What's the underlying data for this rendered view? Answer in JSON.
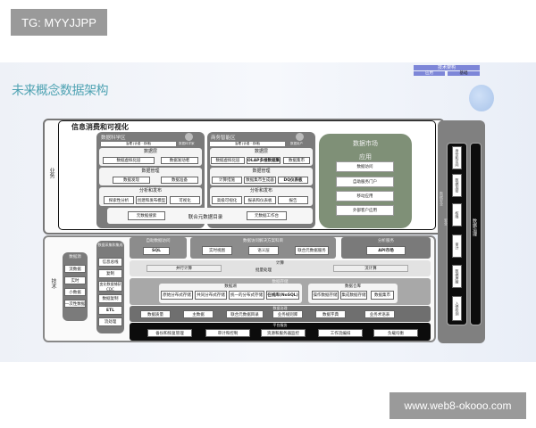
{
  "watermarks": {
    "top_left": "TG: MYYJJPP",
    "bottom_right": "www.web8-okooo.com"
  },
  "slide": {
    "title": "未来概念数据架构",
    "legend": {
      "title": "技术架构",
      "items": [
        "应用",
        "基础"
      ]
    },
    "business": {
      "label": "业务",
      "heading": "信息消费和可视化",
      "data_science": {
        "title": "数据科学区",
        "bar": "治理 (计费 · 存储)",
        "user": "数据科学家",
        "data_layer": {
          "title": "数据层",
          "items": [
            "数据虚拟化层",
            "数据发动者"
          ]
        },
        "data_mgmt": {
          "title": "数据管理",
          "items": [
            "数据发现",
            "数据准备"
          ]
        },
        "analysis": {
          "title": "分析和发布",
          "items": [
            "探索性分析",
            "创建和发布模型",
            "可视化"
          ]
        }
      },
      "bi": {
        "title": "商务智能区",
        "bar": "治理 (计费 · 存储)",
        "user": "数据用户",
        "data_layer": {
          "title": "数据层",
          "items": [
            "数据虚拟化层",
            "OLAP多维数据集",
            "数据集市"
          ]
        },
        "data_mgmt": {
          "title": "数据管理",
          "items": [
            "计算措施",
            "数据集市生成器",
            "DQ仪表板"
          ]
        },
        "analysis": {
          "title": "分析和发布",
          "items": [
            "高级可视化",
            "报表和仪表板",
            "报告"
          ]
        }
      },
      "metadata": {
        "search": "元数据搜索",
        "catalog": "联合元数据目录",
        "workbench": "元数据工作台"
      },
      "market": {
        "title": "数据市场",
        "subtitle": "应用",
        "items": [
          "数据访问",
          "自助服务门户",
          "移动应用",
          "外部客户应用"
        ]
      }
    },
    "tech": {
      "label": "技术",
      "sources": {
        "title": "数据源",
        "items": [
          "流数据",
          "实时",
          "小数据",
          "一次性数据"
        ]
      },
      "ingest": {
        "title": "数据采集和集成",
        "items": [
          "信息总线",
          "复制",
          "变化数据捕获CDC",
          "数据复制",
          "ETL",
          "流处理"
        ]
      },
      "self_access": {
        "title": "自助数据访问",
        "items": [
          "SQL"
        ]
      },
      "access": {
        "title": "数据访问解决方案科目",
        "items": [
          "实时视图",
          "语义层",
          "联合元数据服务"
        ]
      },
      "analytics": {
        "title": "分析服务",
        "items": [
          "API市场"
        ]
      },
      "compute": {
        "title": "计算",
        "items": [
          "并行计算",
          "批量处理",
          "流计算"
        ]
      },
      "storage": {
        "title": "数据存储",
        "lake": {
          "title": "数据湖",
          "items": [
            "原始分布式存储",
            "共同分布式存储",
            "统一的分布式存储",
            "在线库(NoSQL)"
          ]
        },
        "warehouse": {
          "title": "数据仓库",
          "items": [
            "操作数据存储",
            "集成数据存储",
            "数据集市"
          ]
        }
      },
      "governance": {
        "title": "数据治理",
        "items": [
          "数据质量",
          "主数据",
          "联合元数据目录",
          "业务规则库",
          "数据字典",
          "业务术语表"
        ]
      },
      "platform": {
        "title": "平台服务",
        "items": [
          "备份和恢复管理",
          "审计和控制",
          "资源和服务器监控",
          "工作流编排",
          "负载均衡"
        ]
      }
    },
    "security": {
      "title": "数据安全",
      "subtitle": "安全",
      "items": [
        "身份和访问",
        "数据加密",
        "权限",
        "审计",
        "数据屏蔽",
        "入侵检测"
      ],
      "governance": "数据治理"
    }
  }
}
